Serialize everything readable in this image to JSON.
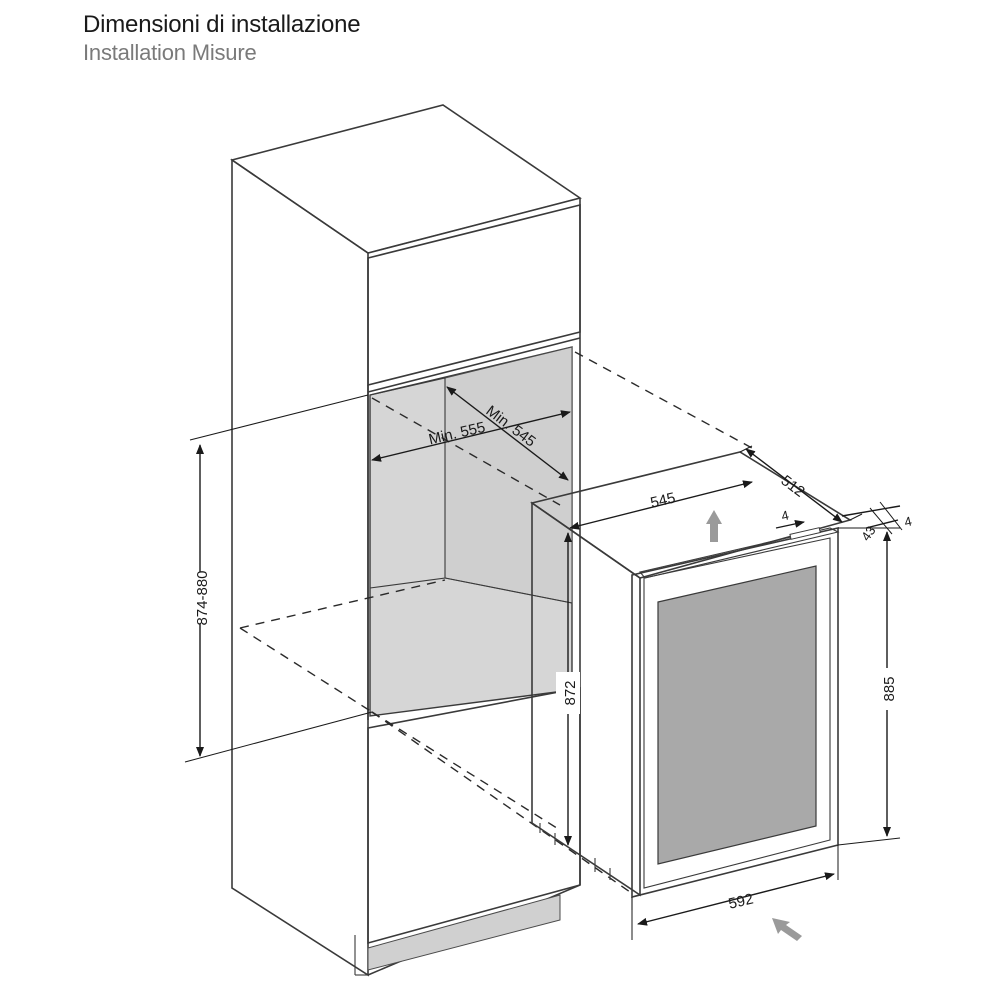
{
  "header": {
    "title": "Dimensioni di installazione",
    "subtitle": "Installation Misure"
  },
  "dimensions": {
    "niche_width": "Min. 555",
    "niche_depth": "Min. 545",
    "niche_height": "874-880",
    "unit_width_top": "545",
    "unit_depth": "512",
    "gap_front": "4",
    "gap_side": "4",
    "door_thickness": "43",
    "unit_height_body": "872",
    "unit_height_total": "885",
    "unit_width_front": "592"
  },
  "colors": {
    "niche_fill": "#d6d6d6",
    "glass_fill": "#a9a9a9",
    "arrow_fill": "#9a9a9a",
    "line": "#3a3a3a"
  }
}
